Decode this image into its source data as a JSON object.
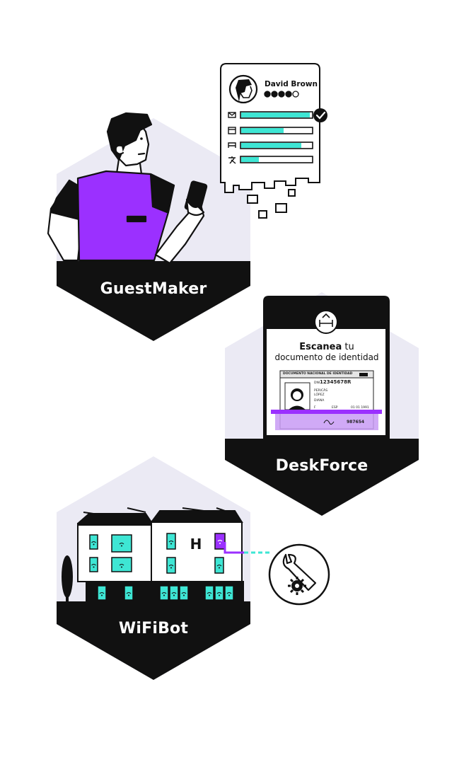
{
  "tiles": [
    {
      "label": "GuestMaker"
    },
    {
      "label": "DeskForce"
    },
    {
      "label": "WiFiBot"
    }
  ],
  "guest_card": {
    "name": "David Brown",
    "rating": 4,
    "rating_max": 5,
    "bars": [
      {
        "icon": "envelope-icon",
        "fill": 0.97
      },
      {
        "icon": "calendar-icon",
        "fill": 0.6
      },
      {
        "icon": "bed-icon",
        "fill": 0.85
      },
      {
        "icon": "translate-icon",
        "fill": 0.25
      }
    ]
  },
  "scan_screen": {
    "title_bold": "Escanea",
    "title_rest": " tu",
    "subtitle": "documento de identidad",
    "id_card": {
      "header": "DOCUMENTO NACIONAL DE IDENTIDAD",
      "number_prefix": "DNI",
      "number": "12345678R",
      "surname_1": "PERICÁS",
      "surname_2": "LÓPEZ",
      "given_name": "DIANA",
      "sex": "F",
      "nationality": "ESP",
      "birth_date": "01 01 1991",
      "doc_code": "987654"
    }
  },
  "hotel": {
    "sign": "H"
  },
  "colors": {
    "purple": "#9b30ff",
    "teal": "#3ee6d4",
    "hex_bg": "#ebeaf4",
    "dark": "#111111"
  }
}
